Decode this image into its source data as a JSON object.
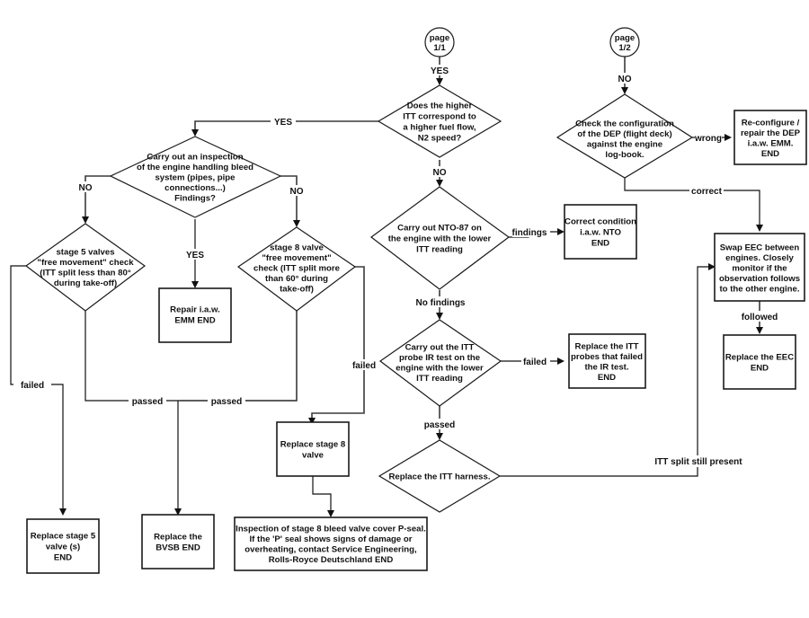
{
  "connectors": {
    "page_1_1": [
      "page",
      "1/1"
    ],
    "page_1_2": [
      "page",
      "1/2"
    ]
  },
  "decisions": {
    "higher_itt": [
      "Does the higher",
      "ITT correspond to",
      "a higher fuel flow,",
      "N2 speed?"
    ],
    "bleed_inspection": [
      "Carry out an inspection",
      "of the engine handling bleed",
      "system (pipes, pipe",
      "connections...)",
      "Findings?"
    ],
    "stage5_check": [
      "stage 5 valves",
      "\"free movement\" check",
      "(ITT split less than 80°",
      "during take-off)"
    ],
    "stage8_check": [
      "stage 8 valve",
      "\"free movement\"",
      "check (ITT split more",
      "than 60° during",
      "take-off)"
    ],
    "nto87": [
      "Carry out NTO-87 on",
      "the engine with the lower",
      "ITT reading"
    ],
    "itt_probe_test": [
      "Carry out the ITT",
      "probe IR test on the",
      "engine with the lower",
      "ITT reading"
    ],
    "itt_harness": [
      "Replace the ITT harness."
    ],
    "dep_config": [
      "Check the configuration",
      "of the DEP (flight deck)",
      "against the engine",
      "log-book."
    ]
  },
  "actions": {
    "repair_emm": [
      "Repair i.a.w.",
      "EMM END"
    ],
    "replace_stage5": [
      "Replace stage 5",
      "valve (s)",
      "END"
    ],
    "replace_bvsb": [
      "Replace the",
      "BVSB END"
    ],
    "replace_stage8": [
      "Replace stage 8",
      "valve"
    ],
    "p_seal": [
      "Inspection of stage 8 bleed valve cover P-seal.",
      "If the 'P' seal shows signs of damage or",
      "overheating, contact Service Engineering,",
      "Rolls-Royce Deutschland END"
    ],
    "correct_nto": [
      "Correct condition",
      "i.a.w. NTO",
      "END"
    ],
    "replace_itt_probes": [
      "Replace the ITT",
      "probes that failed",
      "the IR test.",
      "END"
    ],
    "reconfigure_dep": [
      "Re-configure /",
      "repair the DEP",
      "i.a.w. EMM.",
      "END"
    ],
    "swap_eec": [
      "Swap EEC between",
      "engines. Closely",
      "monitor if the",
      "observation follows",
      "to the other engine."
    ],
    "replace_eec": [
      "Replace the EEC",
      "END"
    ]
  },
  "edge_labels": {
    "yes_top": "YES",
    "yes_left": "YES",
    "no_center": "NO",
    "no_right_connector": "NO",
    "no_bleed_left": "NO",
    "no_bleed_right": "NO",
    "yes_bleed_down": "YES",
    "failed_stage5": "failed",
    "passed_stage5": "passed",
    "passed_stage8": "passed",
    "failed_stage8": "failed",
    "findings": "findings",
    "no_findings": "No findings",
    "failed_probe": "failed",
    "passed_probe": "passed",
    "wrong": "wrong",
    "correct": "correct",
    "followed": "followed",
    "itt_split_present": "ITT split still present"
  }
}
